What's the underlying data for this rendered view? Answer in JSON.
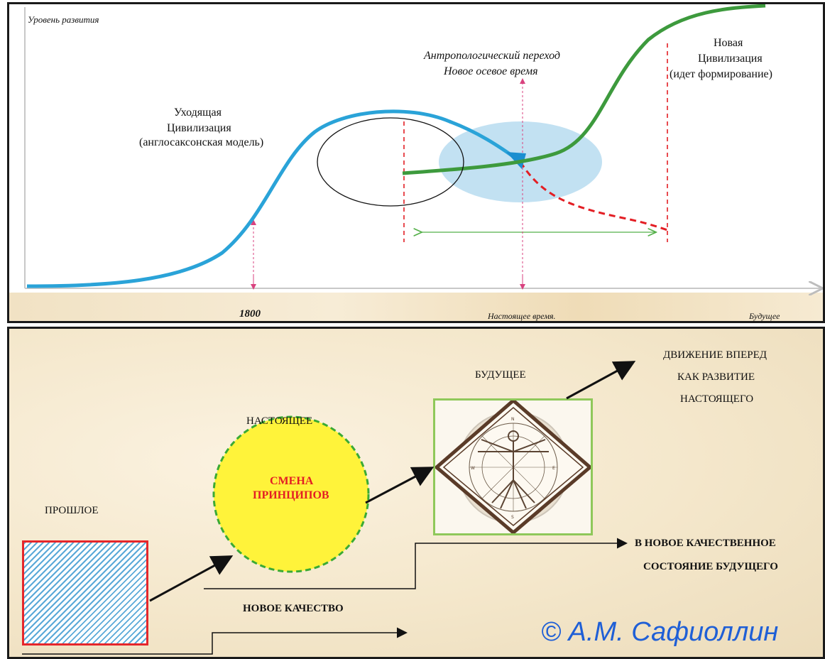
{
  "top": {
    "y_axis_label": "Уровень развития",
    "old_civ": [
      "Уходящая",
      "Цивилизация",
      "(англосаксонская модель)"
    ],
    "transition": [
      "Антропологический переход",
      "Новое осевое время"
    ],
    "new_civ": [
      "Новая",
      "Цивилизация",
      "(идет формирование)"
    ],
    "time_labels": {
      "year": "1800",
      "present": "Настоящее время.",
      "future": "Будущее"
    },
    "colors": {
      "old_curve": "#2aa3d8",
      "new_curve": "#3d9a3d",
      "decline": "#e31e24",
      "guide": "#d9427f",
      "bubble": "#b7dcf0"
    }
  },
  "bottom": {
    "past": "ПРОШЛОЕ",
    "present": "НАСТОЯЩЕЕ",
    "change": [
      "СМЕНА",
      "ПРИНЦИПОВ"
    ],
    "future": "БУДУЩЕЕ",
    "forward": [
      "ДВИЖЕНИЕ ВПЕРЕД",
      "КАК РАЗВИТИЕ",
      "НАСТОЯЩЕГО"
    ],
    "new_state": [
      "В НОВОЕ КАЧЕСТВЕННОЕ",
      "СОСТОЯНИЕ БУДУЩЕГО"
    ],
    "new_quality": "НОВОЕ КАЧЕСТВО",
    "copyright": "© А.М. Сафиоллин",
    "colors": {
      "circle": "#fff33a",
      "circle_border": "#3aaa35",
      "change_text": "#e31e24",
      "copyright": "#1f5fd6"
    }
  }
}
